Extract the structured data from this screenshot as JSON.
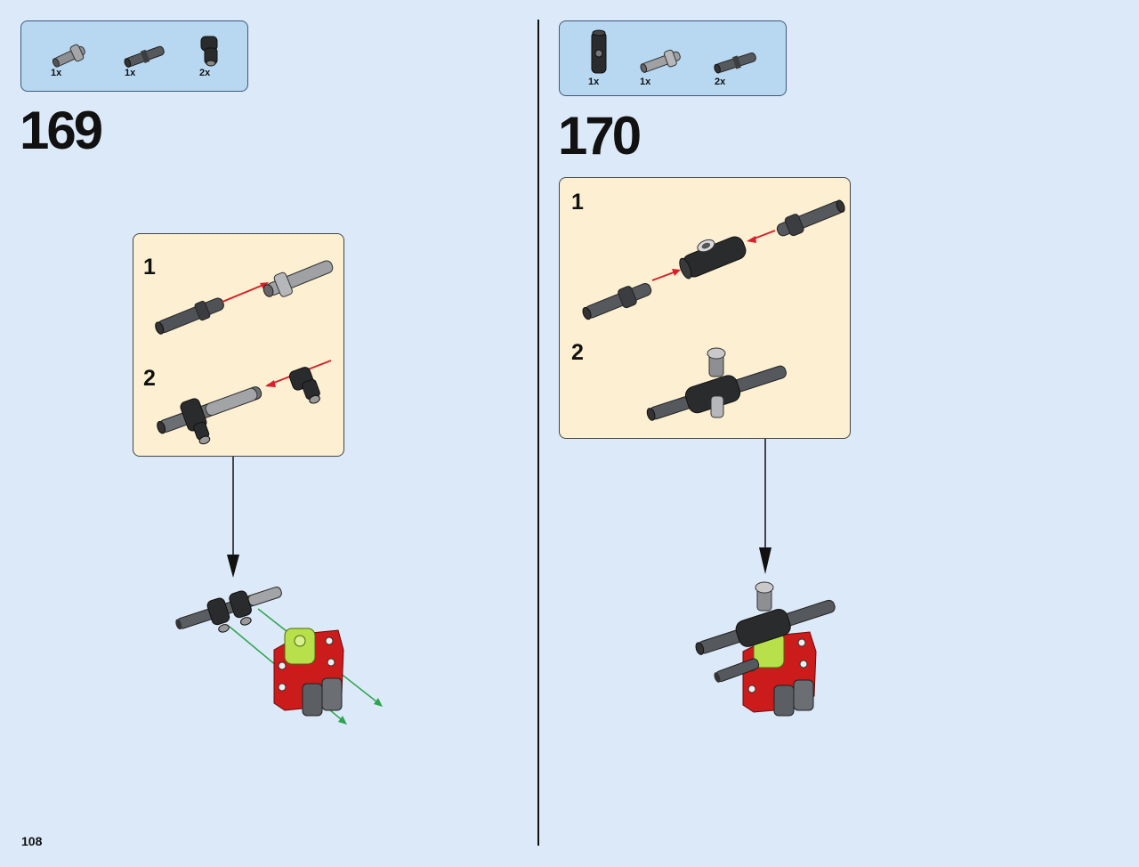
{
  "page": {
    "number": "108"
  },
  "steps": [
    {
      "number": "169",
      "parts": [
        {
          "qty": "1x",
          "icon": "axle-pin-light-gray-icon"
        },
        {
          "qty": "1x",
          "icon": "axle-pin-dark-gray-icon"
        },
        {
          "qty": "2x",
          "icon": "angle-connector-black-icon"
        }
      ],
      "substeps": [
        {
          "label": "1"
        },
        {
          "label": "2"
        }
      ]
    },
    {
      "number": "170",
      "parts": [
        {
          "qty": "1x",
          "icon": "connector-block-black-icon"
        },
        {
          "qty": "1x",
          "icon": "axle-pin-light-gray-icon"
        },
        {
          "qty": "2x",
          "icon": "axle-pin-dark-gray-icon"
        }
      ],
      "substeps": [
        {
          "label": "1"
        },
        {
          "label": "2"
        }
      ]
    }
  ],
  "colors": {
    "background": "#dce9f8",
    "parts_box": "#b8d8f2",
    "substep_panel": "#fdf0d2",
    "red_arrow": "#d6202a",
    "green_arrow": "#2ea44f",
    "red_part": "#cc1b1b",
    "lime_part": "#b7e04a"
  }
}
